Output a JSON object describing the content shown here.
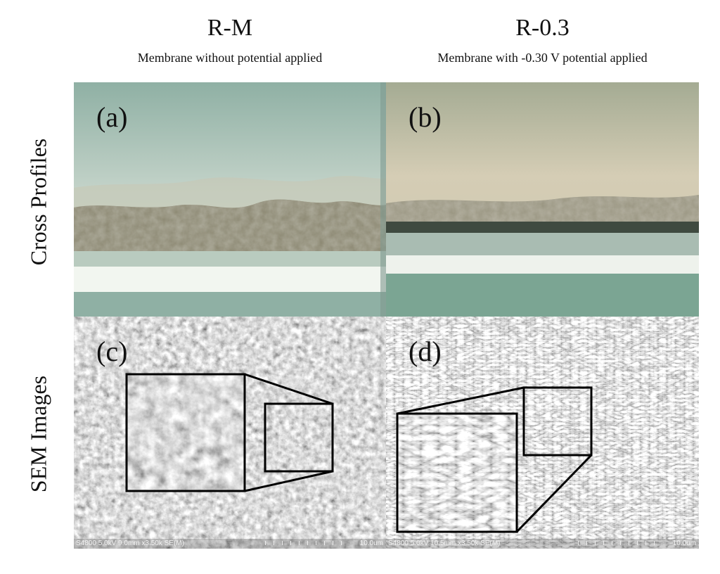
{
  "columns": [
    {
      "title": "R-M",
      "subtitle": "Membrane without potential applied"
    },
    {
      "title": "R-0.3",
      "subtitle": "Membrane with -0.30 V potential applied"
    }
  ],
  "rows": [
    "Cross Profiles",
    "SEM Images"
  ],
  "panels": {
    "a": {
      "letter": "(a)"
    },
    "b": {
      "letter": "(b)"
    },
    "c": {
      "letter": "(c)",
      "info": "S4800 5.0kV 9.0mm x3.50k SE(M)",
      "scale": "10.0um"
    },
    "d": {
      "letter": "(d)",
      "info": "S4800 5.0kV 10.5mm x3.50k SE(M)",
      "scale": "10.0um"
    }
  },
  "colors": {
    "photo_bg_left": "#9fb8ad",
    "photo_bg_right": "#c8c2aa",
    "cake_layer": "#8a8670",
    "support_white": "#f2f6f0",
    "support_green": "#7ba593",
    "sem_gray": "#8c8c8c",
    "zoom_box": "#000000"
  }
}
